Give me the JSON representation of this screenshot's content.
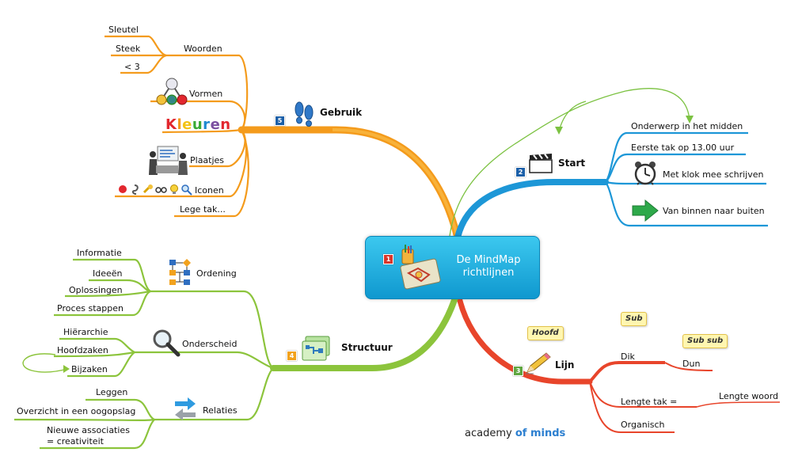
{
  "center": {
    "title_line1": "De MindMap",
    "title_line2": "richtlijnen",
    "badge": "1"
  },
  "branches": {
    "start": {
      "label": "Start",
      "badge": "2",
      "color": "#1d97d7",
      "items": [
        "Onderwerp in het midden",
        "Eerste tak op 13.00 uur",
        "Met klok mee schrijven",
        "Van binnen naar buiten"
      ]
    },
    "lijn": {
      "label": "Lijn",
      "badge": "3",
      "color": "#e8452b",
      "items": {
        "dik": "Dik",
        "dun": "Dun",
        "lengte_tak": "Lengte tak =",
        "lengte_woord": "Lengte woord",
        "organisch": "Organisch"
      },
      "callouts": {
        "hoofd": "Hoofd",
        "sub": "Sub",
        "subsub": "Sub sub"
      }
    },
    "structuur": {
      "label": "Structuur",
      "badge": "4",
      "color": "#8cc43c",
      "groups": {
        "ordening": {
          "label": "Ordening",
          "items": [
            "Informatie",
            "Ideeën",
            "Oplossingen",
            "Proces stappen"
          ]
        },
        "onderscheid": {
          "label": "Onderscheid",
          "items": [
            "Hiërarchie",
            "Hoofdzaken",
            "Bijzaken"
          ]
        },
        "relaties": {
          "label": "Relaties",
          "items": [
            "Leggen",
            "Overzicht in een oogopslag",
            "Nieuwe associaties",
            "= creativiteit"
          ]
        }
      }
    },
    "gebruik": {
      "label": "Gebruik",
      "badge": "5",
      "color": "#f49b1c",
      "groups": {
        "woorden": {
          "label": "Woorden",
          "items": [
            "Sleutel",
            "Steek",
            "< 3"
          ]
        },
        "vormen": "Vormen",
        "kleuren": {
          "letters": [
            "K",
            "l",
            "e",
            "u",
            "r",
            "e",
            "n"
          ],
          "colors": [
            "#e2272e",
            "#f29a1d",
            "#f3c316",
            "#3aaa35",
            "#1e88d0",
            "#7b4fa0",
            "#e2272e"
          ]
        },
        "plaatjes": "Plaatjes",
        "iconen": "Iconen",
        "lege_tak": "Lege tak..."
      }
    }
  },
  "brand": {
    "part1": "academy ",
    "part2": "of minds",
    "part3": ""
  },
  "colors": {
    "badge_blue": "#1b5fa8",
    "badge_red": "#d9352a",
    "badge_green": "#5fa640",
    "badge_orange": "#f2a21d"
  }
}
